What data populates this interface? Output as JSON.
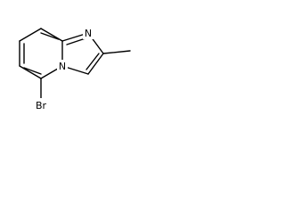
{
  "molecule": {
    "atoms": {
      "bridge_nitrogen": "N",
      "imidazole_nitrogen": "N",
      "bromine": "Br"
    }
  }
}
